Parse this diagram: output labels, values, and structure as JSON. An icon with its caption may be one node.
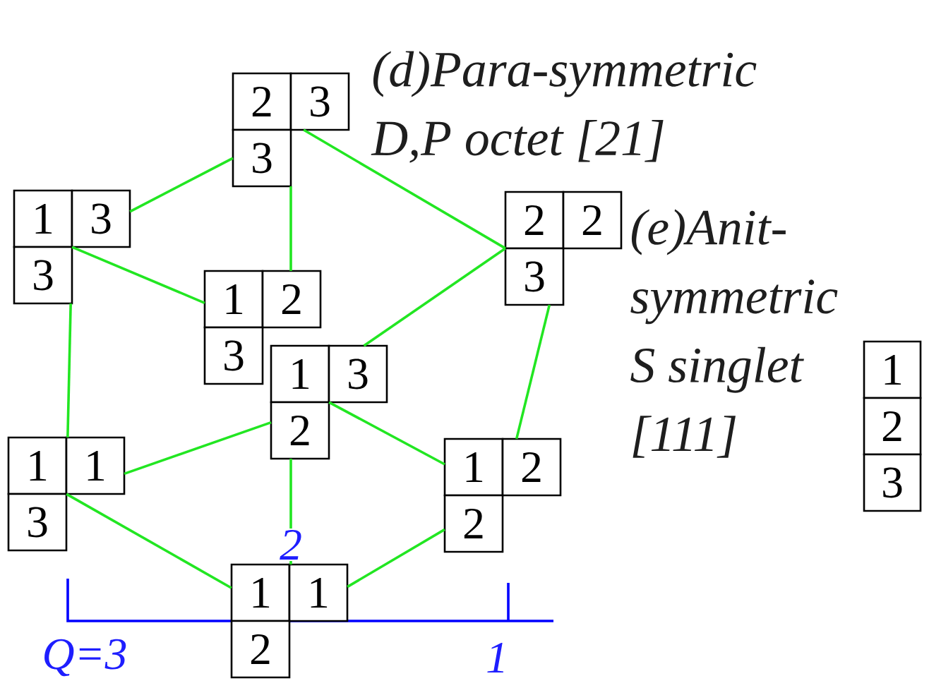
{
  "diagram": {
    "nodes": [
      {
        "text": [
          "2",
          "3",
          "3"
        ]
      },
      {
        "text": [
          "1",
          "3",
          "3"
        ]
      },
      {
        "text": [
          "2",
          "2",
          "3"
        ]
      },
      {
        "text": [
          "1",
          "2",
          "3"
        ]
      },
      {
        "text": [
          "1",
          "3",
          "2"
        ]
      },
      {
        "text": [
          "1",
          "1",
          "3"
        ]
      },
      {
        "text": [
          "1",
          "2",
          "2"
        ]
      },
      {
        "text": [
          "1",
          "1",
          "2"
        ]
      },
      {
        "text": [
          "1",
          "2",
          "3"
        ]
      }
    ],
    "edges": [
      {
        "from": 0,
        "to": 1,
        "arrow": "none"
      },
      {
        "from": 0,
        "to": 2,
        "arrow": "none"
      },
      {
        "from": 0,
        "to": 3,
        "arrow": "none"
      },
      {
        "from": 1,
        "to": 3,
        "arrow": "none"
      },
      {
        "from": 2,
        "to": 4,
        "arrow": "none"
      },
      {
        "from": 1,
        "to": 5,
        "arrow": "none"
      },
      {
        "from": 2,
        "to": 6,
        "arrow": "none"
      },
      {
        "from": 5,
        "to": 4,
        "arrow": "none"
      },
      {
        "from": 4,
        "to": 6,
        "arrow": "none"
      },
      {
        "from": 4,
        "to": 7,
        "arrow": "none"
      },
      {
        "from": 5,
        "to": 7,
        "arrow": "none"
      },
      {
        "from": 6,
        "to": 7,
        "arrow": "none"
      }
    ],
    "labels": [
      "(d)Para-symmetric D,P octet [21]",
      "(e)Anit-symmetric S singlet [111]",
      "2",
      "Q=3",
      "1"
    ]
  }
}
